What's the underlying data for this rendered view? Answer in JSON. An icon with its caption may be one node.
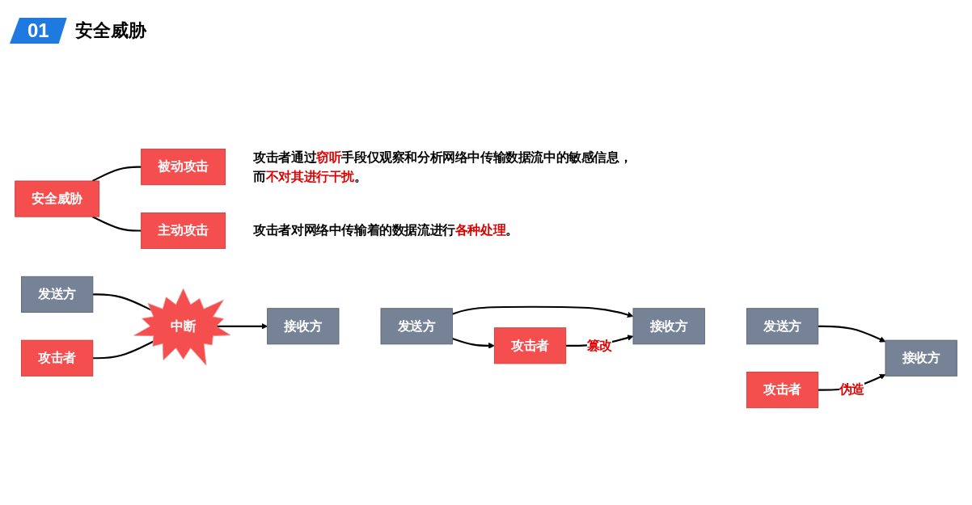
{
  "diagram": {
    "title": "安全威胁",
    "nodes": [
      {
        "text": [
          "安全威胁"
        ]
      },
      {
        "text": [
          "被动攻击"
        ],
        "beside": [
          "攻击者通过**窃听**手段仅观察和分析网络中传输数据流中的敏感信息，而**不对其进行干扰**。"
        ]
      },
      {
        "text": [
          "主动攻击"
        ],
        "beside": [
          "攻击者对网络中传输着的数据流进行**各种处理**。"
        ]
      },
      {
        "text": [
          "发送方"
        ]
      },
      {
        "text": [
          "中断"
        ]
      },
      {
        "text": [
          "接收方"
        ]
      },
      {
        "text": [
          "攻击者"
        ]
      },
      {
        "text": [
          "发送方"
        ]
      },
      {
        "text": [
          "接收方"
        ]
      },
      {
        "text": [
          "攻击者"
        ]
      },
      {
        "text": [
          "发送方"
        ]
      },
      {
        "text": [
          "接收方"
        ]
      },
      {
        "text": [
          "攻击者"
        ]
      }
    ],
    "edges": [
      {
        "from": 0,
        "to": 1,
        "arrow": "none"
      },
      {
        "from": 0,
        "to": 2,
        "arrow": "none"
      },
      {
        "from": 3,
        "to": 4,
        "arrow": "none"
      },
      {
        "from": 4,
        "to": 5,
        "arrow": "to"
      },
      {
        "from": 6,
        "to": 4,
        "arrow": "none"
      },
      {
        "from": 7,
        "to": 8,
        "arrow": "to"
      },
      {
        "from": 7,
        "to": 9,
        "arrow": "to"
      },
      {
        "from": 9,
        "to": 8,
        "arrow": "to",
        "label": "篡改"
      },
      {
        "from": 10,
        "to": 11,
        "arrow": "to"
      },
      {
        "from": 12,
        "to": 11,
        "arrow": "to",
        "label": "伪造"
      }
    ],
    "labels": [
      "01"
    ]
  }
}
